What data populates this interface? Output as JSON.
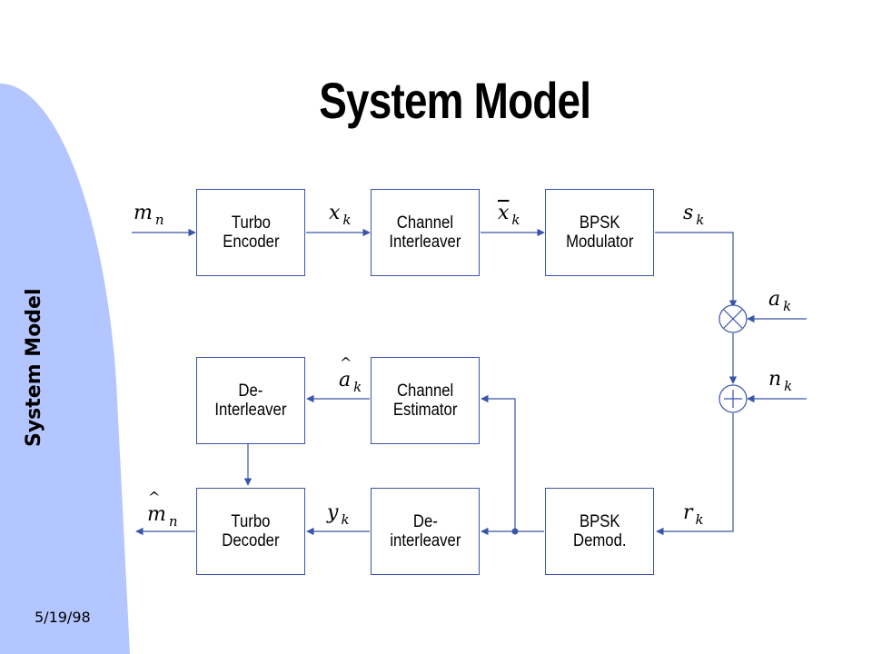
{
  "slide": {
    "title": "System Model",
    "side_title": "System Model",
    "date": "5/19/98"
  },
  "blocks": {
    "turbo_encoder": "Turbo\nEncoder",
    "channel_interleaver": "Channel\nInterleaver",
    "bpsk_modulator": "BPSK\nModulator",
    "de_interleaver_upper": "De-\nInterleaver",
    "channel_estimator": "Channel\nEstimator",
    "turbo_decoder": "Turbo\nDecoder",
    "de_interleaver_lower": "De-\ninterleaver",
    "bpsk_demod": "BPSK\nDemod."
  },
  "signals": {
    "m_n": {
      "base": "m",
      "sub": "n"
    },
    "x_k": {
      "base": "x",
      "sub": "k"
    },
    "xbar_k": {
      "base": "x",
      "sub": "k"
    },
    "s_k": {
      "base": "s",
      "sub": "k"
    },
    "a_k": {
      "base": "a",
      "sub": "k"
    },
    "n_k": {
      "base": "n",
      "sub": "k"
    },
    "ahat_k": {
      "base": "a",
      "sub": "k"
    },
    "r_k": {
      "base": "r",
      "sub": "k"
    },
    "y_k": {
      "base": "y",
      "sub": "k"
    },
    "mhat_n": {
      "base": "m",
      "sub": "n"
    }
  },
  "colors": {
    "sidebar": "#b3c6ff",
    "wire": "#3a55a8",
    "box_border": "#3a55a8"
  }
}
